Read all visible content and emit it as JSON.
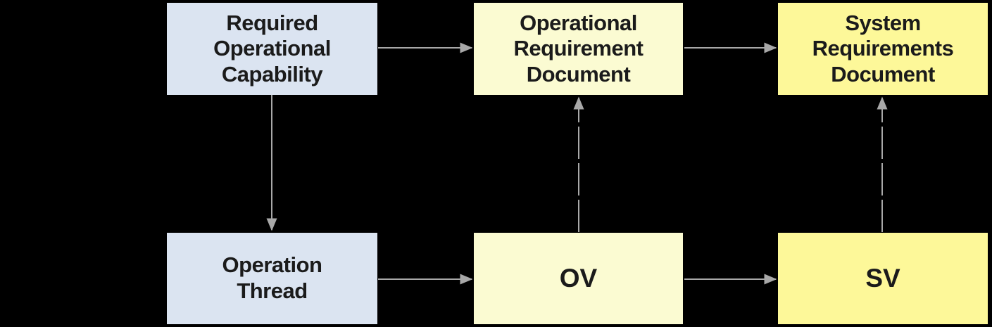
{
  "diagram": {
    "background_color": "#000000",
    "arrow_color": "#a8a8a8",
    "text_color": "#1b1b1b",
    "nodes": [
      {
        "id": "required-operational-capability",
        "label": "Required Operational Capability",
        "lines": [
          "Required",
          "Operational",
          "Capability"
        ],
        "color": "#dbe4f1"
      },
      {
        "id": "operational-requirement-document",
        "label": "Operational Requirement Document",
        "lines": [
          "Operational",
          "Requirement",
          "Document"
        ],
        "color": "#fbfbd2"
      },
      {
        "id": "system-requirements-document",
        "label": "System Requirements Document",
        "lines": [
          "System",
          "Requirements",
          "Document"
        ],
        "color": "#fdf899"
      },
      {
        "id": "operation-thread",
        "label": "Operation Thread",
        "lines": [
          "Operation",
          "Thread"
        ],
        "color": "#dbe4f1"
      },
      {
        "id": "ov",
        "label": "OV",
        "lines": [
          "OV"
        ],
        "color": "#fbfbd2"
      },
      {
        "id": "sv",
        "label": "SV",
        "lines": [
          "SV"
        ],
        "color": "#fdf899"
      }
    ],
    "edges": [
      {
        "from": "required-operational-capability",
        "to": "operational-requirement-document",
        "style": "solid",
        "direction": "right"
      },
      {
        "from": "operational-requirement-document",
        "to": "system-requirements-document",
        "style": "solid",
        "direction": "right"
      },
      {
        "from": "required-operational-capability",
        "to": "operation-thread",
        "style": "solid",
        "direction": "down"
      },
      {
        "from": "operation-thread",
        "to": "ov",
        "style": "solid",
        "direction": "right"
      },
      {
        "from": "ov",
        "to": "sv",
        "style": "solid",
        "direction": "right"
      },
      {
        "from": "ov",
        "to": "operational-requirement-document",
        "style": "dashed",
        "direction": "up"
      },
      {
        "from": "sv",
        "to": "system-requirements-document",
        "style": "dashed",
        "direction": "up"
      }
    ]
  }
}
